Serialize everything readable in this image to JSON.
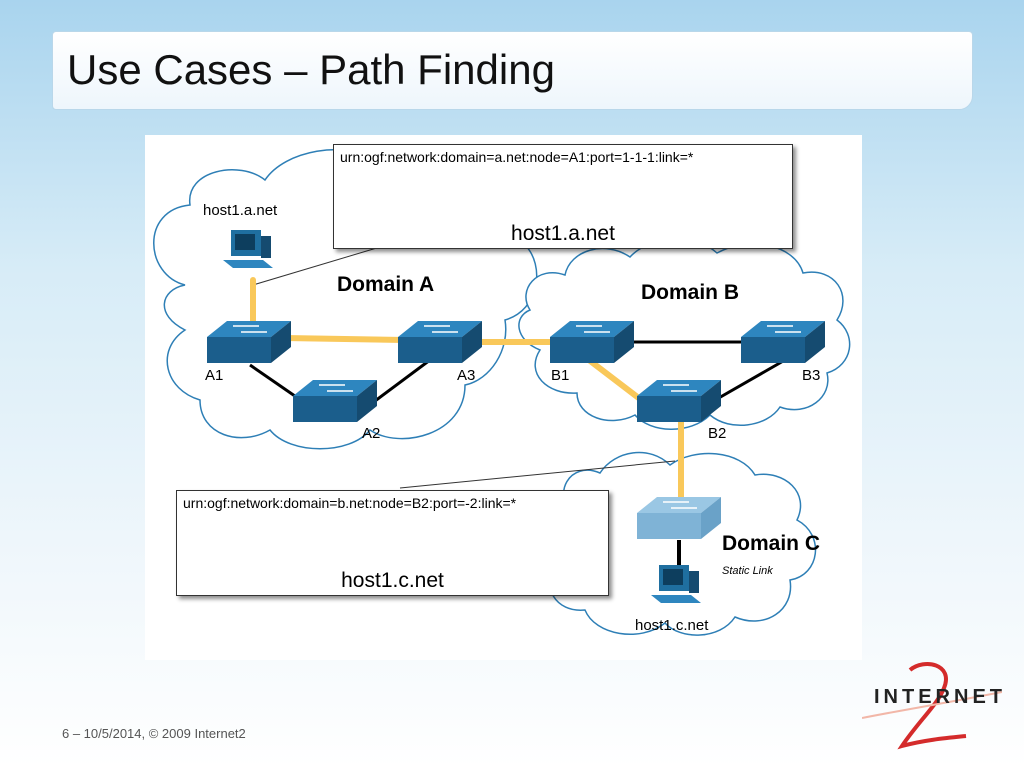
{
  "slide": {
    "title": "Use Cases – Path Finding",
    "footer": "6 – 10/5/2014, © 2009 Internet2",
    "logo_text": "INTERNET",
    "logo_mark": "2"
  },
  "diagram": {
    "urn_top": {
      "urn": "urn:ogf:network:domain=a.net:node=A1:port=1-1-1:link=*",
      "host": "host1.a.net"
    },
    "urn_bottom": {
      "urn": "urn:ogf:network:domain=b.net:node=B2:port=-2:link=*",
      "host": "host1.c.net"
    },
    "domains": {
      "a": "Domain A",
      "b": "Domain B",
      "c": "Domain C"
    },
    "nodes": {
      "a1": "A1",
      "a2": "A2",
      "a3": "A3",
      "b1": "B1",
      "b2": "B2",
      "b3": "B3"
    },
    "hosts": {
      "a": "host1.a.net",
      "c": "host1.c.net"
    },
    "static_link": "Static Link",
    "colors": {
      "path": "#f9c85a",
      "switch": "#1f6fa0",
      "cloud_stroke": "#2e7fb6",
      "arrow": "#3aa0e4"
    }
  }
}
